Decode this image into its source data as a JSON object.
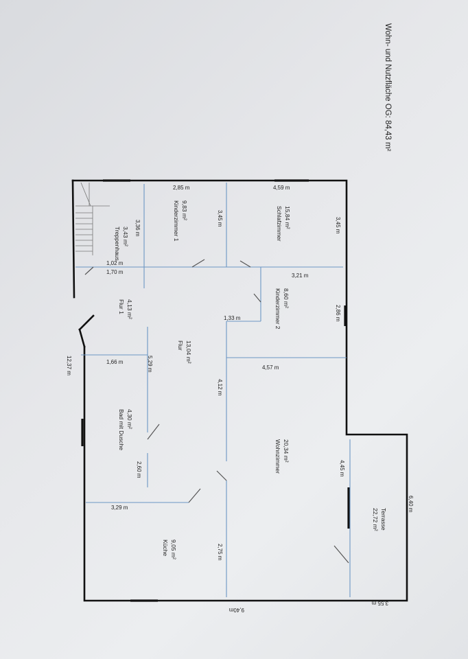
{
  "title": "Wohn- und Nutzfläche OG: 84,43 m²",
  "rooms": {
    "schlafzimmer": {
      "name": "Schlafzimmer",
      "area": "15,84 m²"
    },
    "kinderzimmer1": {
      "name": "Kinderzimmer 1",
      "area": "9,83 m²"
    },
    "treppenhaus": {
      "name": "Treppenhaus",
      "area": "3,43 m²"
    },
    "kinderzimmer2": {
      "name": "Kinderzimmer 2",
      "area": "8,60 m²"
    },
    "flur1": {
      "name": "Flur 1",
      "area": "4,13 m²"
    },
    "flur": {
      "name": "Flur",
      "area": "13,04 m²"
    },
    "bad": {
      "name": "Bad mit Dusche",
      "area": "4,30 m²"
    },
    "wohnzimmer": {
      "name": "Wohnzimmer",
      "area": "20,34 m²"
    },
    "terrasse": {
      "name": "Terrasse",
      "area": "22,72 m²"
    },
    "kueche": {
      "name": "Küche",
      "area": "9,05 m²"
    }
  },
  "dimensions": {
    "d1": "2,85 m",
    "d2": "4,59 m",
    "d3": "3,45 m",
    "d4": "3,45 m",
    "d5": "3,36 m",
    "d6": "1,02 m",
    "d7": "1,70 m",
    "d8": "3,21 m",
    "d9": "2,86 m",
    "d10": "1,33 m",
    "d11": "12,37 m",
    "d12": "1,66 m",
    "d13": "5,29 m",
    "d14": "4,57 m",
    "d15": "4,12 m",
    "d16": "2,60 m",
    "d17": "4,45 m",
    "d18": "6,40 m",
    "d19": "3,29 m",
    "d20": "2,75 m",
    "d21": "9,40m",
    "d22": "3,55 m"
  },
  "colors": {
    "wall": "#111111",
    "interior_line": "#6b96c4",
    "paper": "#eceef0"
  }
}
